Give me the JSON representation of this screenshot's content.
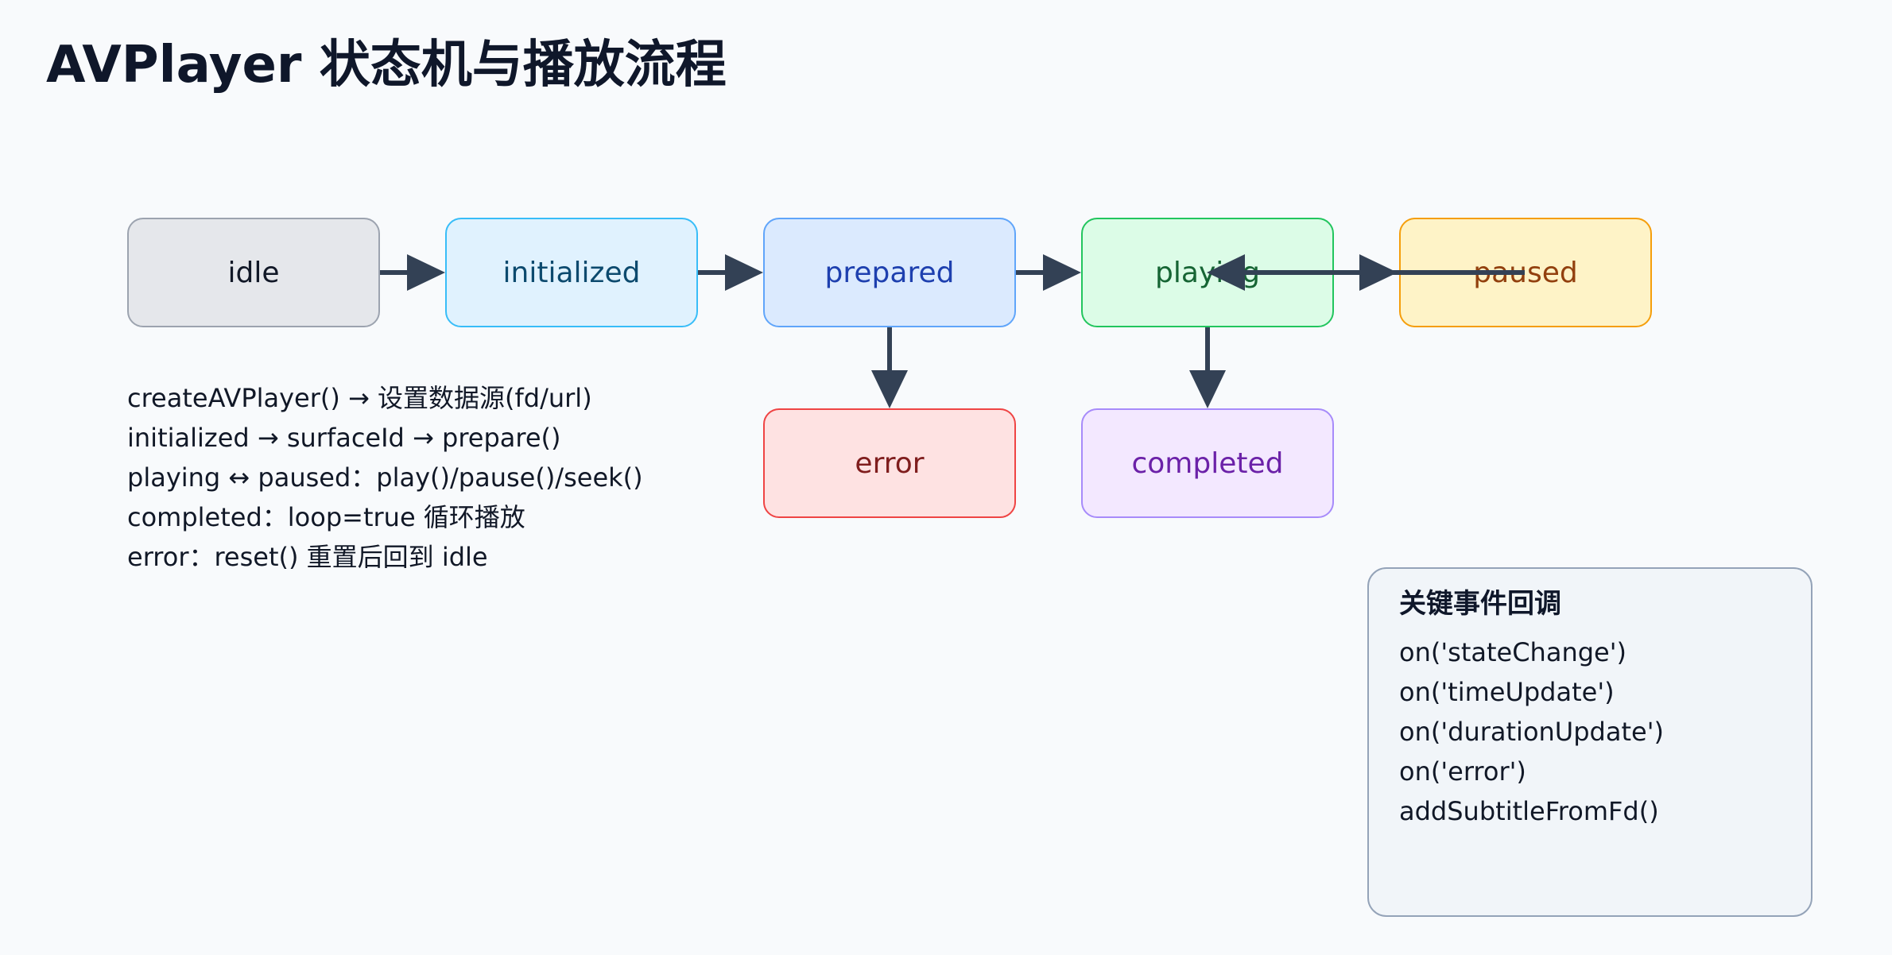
{
  "title": "AVPlayer 状态机与播放流程",
  "states": {
    "idle": "idle",
    "initialized": "initialized",
    "prepared": "prepared",
    "playing": "playing",
    "paused": "paused",
    "error": "error",
    "completed": "completed"
  },
  "notes": [
    "createAVPlayer() → 设置数据源(fd/url)",
    "initialized → surfaceId → prepare()",
    "playing ↔ paused：play()/pause()/seek()",
    "completed：loop=true 循环播放",
    "error：reset() 重置后回到 idle"
  ],
  "events_panel": {
    "title": "关键事件回调",
    "items": [
      "on('stateChange')",
      "on('timeUpdate')",
      "on('durationUpdate')",
      "on('error')",
      "addSubtitleFromFd()"
    ]
  },
  "colors": {
    "arrow": "#334155",
    "background": "#f8fafc"
  }
}
